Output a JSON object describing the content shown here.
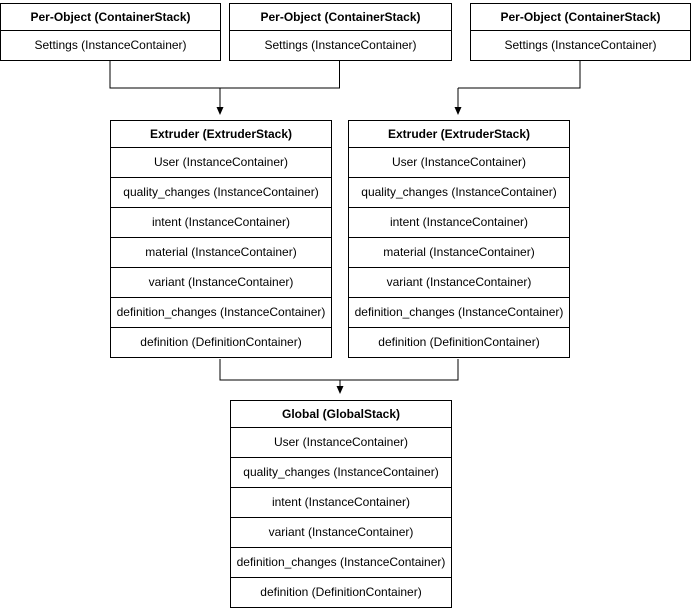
{
  "diagram": {
    "colors": {
      "border": "#000000",
      "background": "#ffffff",
      "line": "#000000"
    },
    "per_object_stacks": [
      {
        "title": "Per-Object (ContainerStack)",
        "rows": [
          "Settings (InstanceContainer)"
        ]
      },
      {
        "title": "Per-Object (ContainerStack)",
        "rows": [
          "Settings (InstanceContainer)"
        ]
      },
      {
        "title": "Per-Object (ContainerStack)",
        "rows": [
          "Settings (InstanceContainer)"
        ]
      }
    ],
    "extruder_stacks": [
      {
        "title": "Extruder (ExtruderStack)",
        "rows": [
          "User (InstanceContainer)",
          "quality_changes (InstanceContainer)",
          "intent (InstanceContainer)",
          "material (InstanceContainer)",
          "variant (InstanceContainer)",
          "definition_changes (InstanceContainer)",
          "definition (DefinitionContainer)"
        ]
      },
      {
        "title": "Extruder (ExtruderStack)",
        "rows": [
          "User (InstanceContainer)",
          "quality_changes (InstanceContainer)",
          "intent (InstanceContainer)",
          "material (InstanceContainer)",
          "variant (InstanceContainer)",
          "definition_changes (InstanceContainer)",
          "definition (DefinitionContainer)"
        ]
      }
    ],
    "global_stack": {
      "title": "Global (GlobalStack)",
      "rows": [
        "User (InstanceContainer)",
        "quality_changes (InstanceContainer)",
        "intent (InstanceContainer)",
        "variant (InstanceContainer)",
        "definition_changes (InstanceContainer)",
        "definition (DefinitionContainer)"
      ]
    }
  }
}
